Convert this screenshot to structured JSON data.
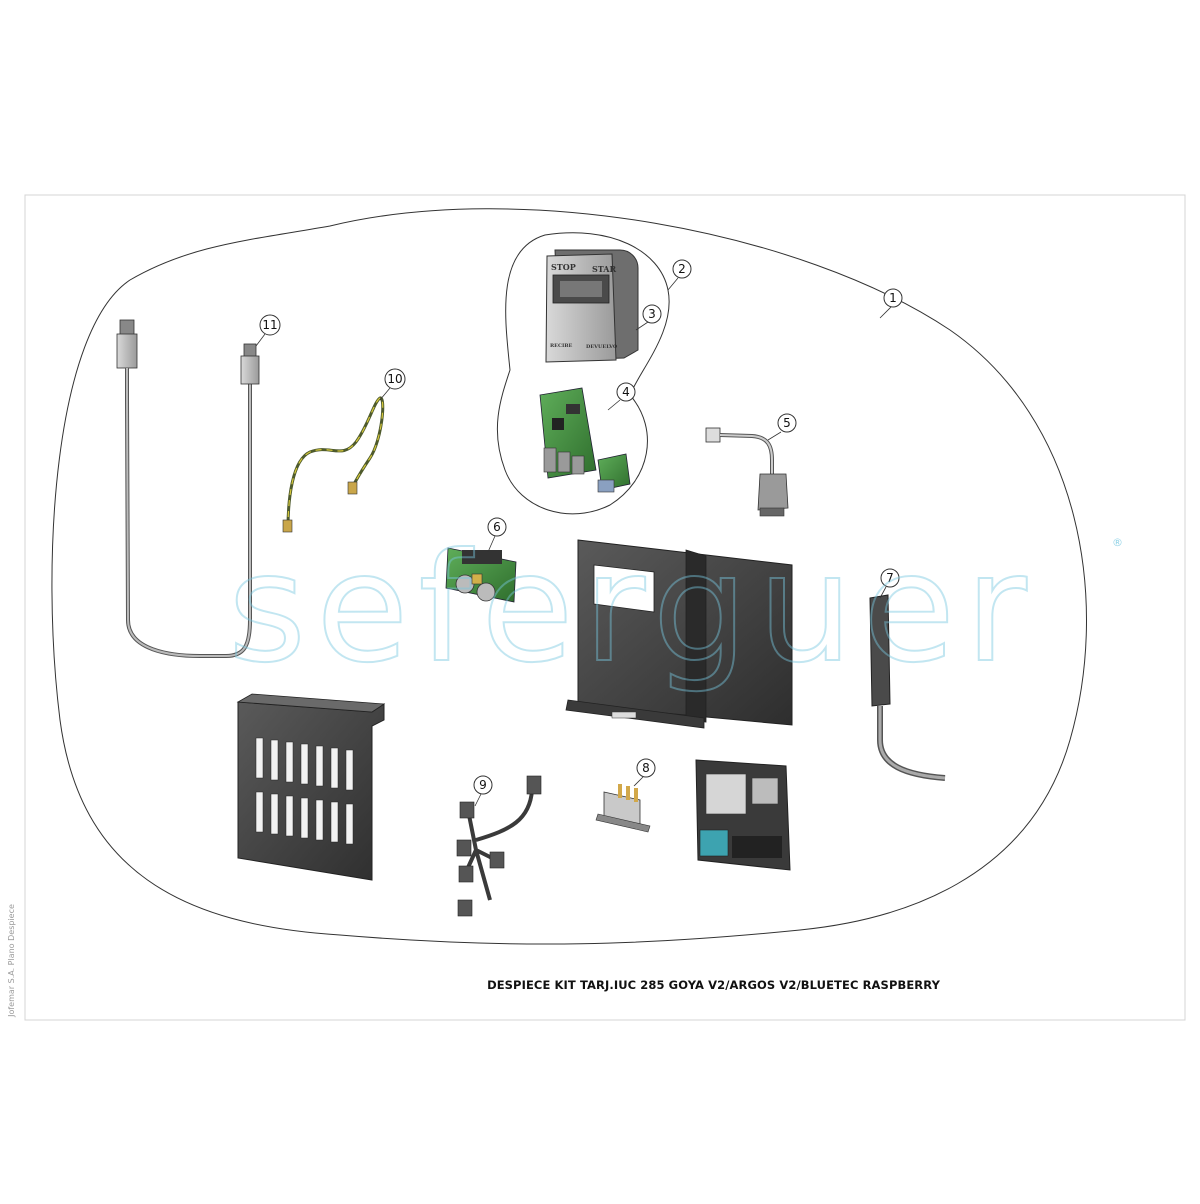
{
  "diagram": {
    "title": "DESPIECE KIT TARJ.IUC 285 GOYA V2/ARGOS V2/BLUETEC RASPBERRY",
    "side_note": "Jofemar S.A. Plano Despiece",
    "watermark": "seferguer",
    "watermark_mark": "®",
    "callouts": [
      "1",
      "2",
      "3",
      "4",
      "5",
      "6",
      "7",
      "8",
      "9",
      "10",
      "11"
    ],
    "control_panel": {
      "stop_label": "STOP",
      "start_label": "STAR",
      "left_bottom_label": "RECIBE",
      "right_bottom_label": "DEVUELVO"
    },
    "colors": {
      "line": "#333333",
      "pcb_green": "#3f8a3c",
      "metal_dark": "#3a3a3a",
      "watermark": "#8fd0e4"
    }
  }
}
